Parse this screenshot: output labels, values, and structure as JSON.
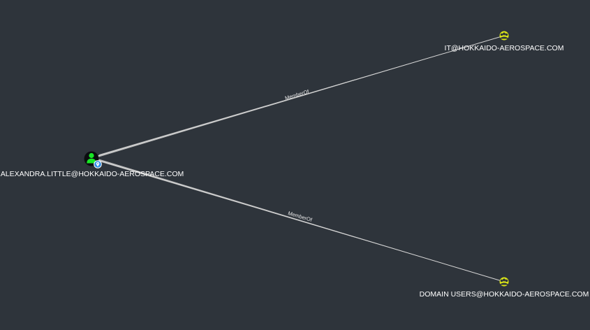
{
  "graph": {
    "nodes": {
      "user": {
        "label": "ALEXANDRA.LITTLE@HOKKAIDO-AEROSPACE.COM",
        "icon": "user-icon",
        "badge_icon": "location-pin-icon",
        "color": "#17e625",
        "badge_color": "#2f8de4"
      },
      "group_it": {
        "label": "IT@HOKKAIDO-AEROSPACE.COM",
        "icon": "group-icon",
        "color": "#dbe617"
      },
      "group_domain_users": {
        "label": "DOMAIN USERS@HOKKAIDO-AEROSPACE.COM",
        "icon": "group-icon",
        "color": "#dbe617"
      }
    },
    "edges": {
      "to_it": {
        "label": "MemberOf"
      },
      "to_domain_users": {
        "label": "MemberOf"
      }
    },
    "colors": {
      "background": "#2e343b",
      "edge": "#c9c9c9"
    }
  }
}
